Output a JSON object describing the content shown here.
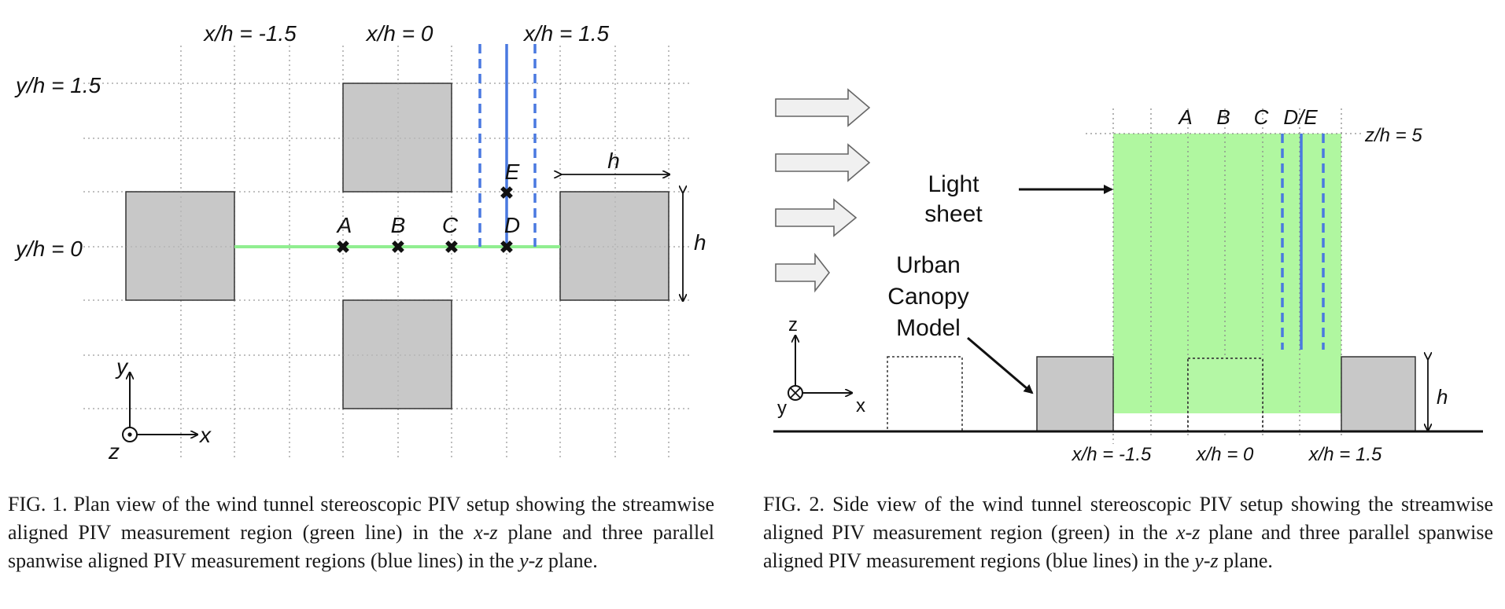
{
  "fig1": {
    "col_labels": [
      "x/h = -1.5",
      "x/h = 0",
      "x/h = 1.5"
    ],
    "row_labels": [
      "y/h = 1.5",
      "y/h = 0"
    ],
    "points": [
      "A",
      "B",
      "C",
      "D",
      "E"
    ],
    "dim_h_top": "h",
    "dim_h_right": "h",
    "axis": {
      "y": "y",
      "x": "x",
      "z": "z"
    },
    "colors": {
      "streamwise": "#90ee90",
      "spanwise": "#4a79e0",
      "building": "#c8c8c8"
    }
  },
  "fig2": {
    "point_labels": [
      "A",
      "B",
      "C",
      "D/E"
    ],
    "z_label": "z/h = 5",
    "light_sheet": [
      "Light",
      "sheet"
    ],
    "urban_canopy": [
      "Urban",
      "Canopy",
      "Model"
    ],
    "axis": {
      "z": "z",
      "x": "x",
      "y": "y"
    },
    "dim_h": "h",
    "x_labels": [
      "x/h = -1.5",
      "x/h = 0",
      "x/h = 1.5"
    ],
    "colors": {
      "light_sheet": "#b0f7a0",
      "spanwise": "#4a79e0",
      "building": "#c8c8c8"
    }
  },
  "captions": {
    "fig1": {
      "t1": "FIG. 1.  Plan view of the wind tunnel stereoscopic PIV setup showing the streamwise aligned PIV measurement region (green line) in the ",
      "i1": "x-z",
      "t2": " plane and three parallel spanwise aligned PIV measurement regions (blue lines) in the ",
      "i2": "y-z",
      "t3": " plane."
    },
    "fig2": {
      "t1": "FIG. 2.  Side view of the wind tunnel stereoscopic PIV setup showing the streamwise aligned PIV measurement region (green) in the ",
      "i1": "x-z",
      "t2": " plane and three parallel spanwise aligned PIV measurement regions (blue lines) in the ",
      "i2": "y-z",
      "t3": " plane."
    }
  }
}
